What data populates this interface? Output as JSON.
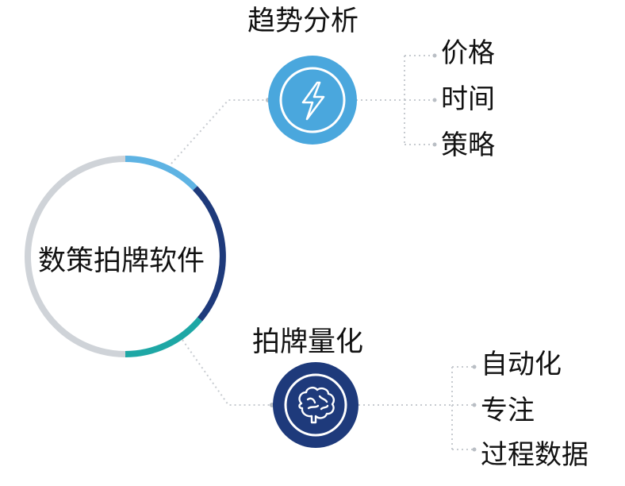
{
  "center": {
    "title": "数策拍牌软件"
  },
  "branches": [
    {
      "title": "趋势分析",
      "icon": "lightning-bolt-icon",
      "color": "#4aa7dd",
      "items": [
        "价格",
        "时间",
        "策略"
      ]
    },
    {
      "title": "拍牌量化",
      "icon": "brain-icon",
      "color": "#1e3a7b",
      "items": [
        "自动化",
        "专注",
        "过程数据"
      ]
    }
  ],
  "colors": {
    "ring_gray": "#cfd3d8",
    "ring_light_blue": "#5eb3e3",
    "ring_navy": "#1e3a7b",
    "ring_teal": "#1ea7a5",
    "connector": "#c7cbd0"
  }
}
